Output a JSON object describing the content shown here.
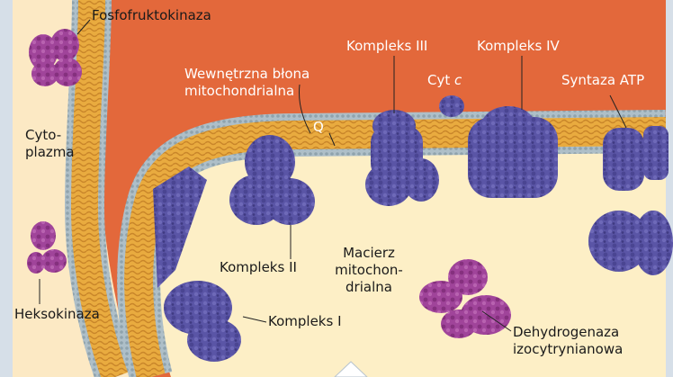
{
  "labels": {
    "fosfofruktokinaza": "Fosfofruktokinaza",
    "cytoplazma": [
      "Cyto-",
      "plazma"
    ],
    "heksokinaza": "Heksokinaza",
    "wewnetrzna_blona": [
      "Wewnętrzna błona",
      "mitochondrialna"
    ],
    "q": "Q",
    "kompleks_iii": "Kompleks III",
    "cyt_c_prefix": "Cyt ",
    "cyt_c_italic": "c",
    "kompleks_iv": "Kompleks IV",
    "syntaza_atp": "Syntaza ATP",
    "kompleks_ii": "Kompleks II",
    "macierz": [
      "Macierz",
      "mitochon-",
      "drialna"
    ],
    "kompleks_i": "Kompleks I",
    "dehydrogenaza": [
      "Dehydrogenaza",
      "izocytrynianowa"
    ]
  },
  "colors": {
    "cytoplasm": "#fce9c4",
    "intermembrane_space": "#e3683b",
    "matrix": "#fdefc6",
    "membrane_core": "#e7a83c",
    "membrane_heads": "#9fb3bd",
    "complex_blue": "#5b55a5",
    "enzyme_purple": "#9b3d92",
    "frame": "#d6dfe8"
  }
}
